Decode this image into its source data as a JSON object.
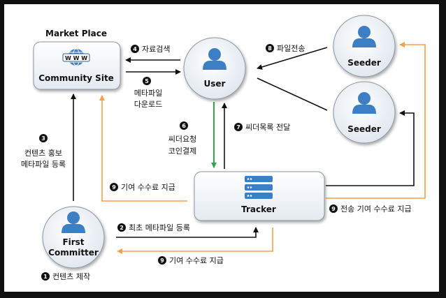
{
  "nodes": {
    "market_place_label": "Market Place",
    "community_site": "Community Site",
    "www": "W W W",
    "user": "User",
    "seeder_top": "Seeder",
    "seeder_bottom": "Seeder",
    "tracker": "Tracker",
    "first_committer_line1": "First",
    "first_committer_line2": "Committer"
  },
  "steps": {
    "s1": {
      "num": "1",
      "label": "컨텐츠 제작"
    },
    "s2": {
      "num": "2",
      "label": "최초 메타파일 등록"
    },
    "s3": {
      "num": "3",
      "label_line1": "컨텐츠 홍보",
      "label_line2": "메타파일 등록"
    },
    "s4": {
      "num": "4",
      "label": "자료검색"
    },
    "s5": {
      "num": "5",
      "label_line1": "메타파일",
      "label_line2": "다운로드"
    },
    "s6": {
      "num": "6",
      "label_line1": "씨더요청",
      "label_line2": "코인결제"
    },
    "s7": {
      "num": "7",
      "label": "씨더목록 전달"
    },
    "s8": {
      "num": "8",
      "label": "파일전송"
    },
    "s9a": {
      "num": "9",
      "label": "기여 수수료 지급"
    },
    "s9b": {
      "num": "9",
      "label": "전송 기여 수수료 지급"
    },
    "s9c": {
      "num": "9",
      "label": "기여 수수료 지급"
    }
  },
  "colors": {
    "node_fill_top": "#ffffff",
    "node_fill_bottom": "#e6ecf2",
    "person_blue": "#3d7fc4",
    "orange_arrow": "#f5a04a",
    "green_arrow": "#2ea84a",
    "black_arrow": "#111111"
  },
  "icons": {
    "community_site": "globe-www-icon",
    "person": "person-icon",
    "tracker": "server-stack-icon"
  }
}
